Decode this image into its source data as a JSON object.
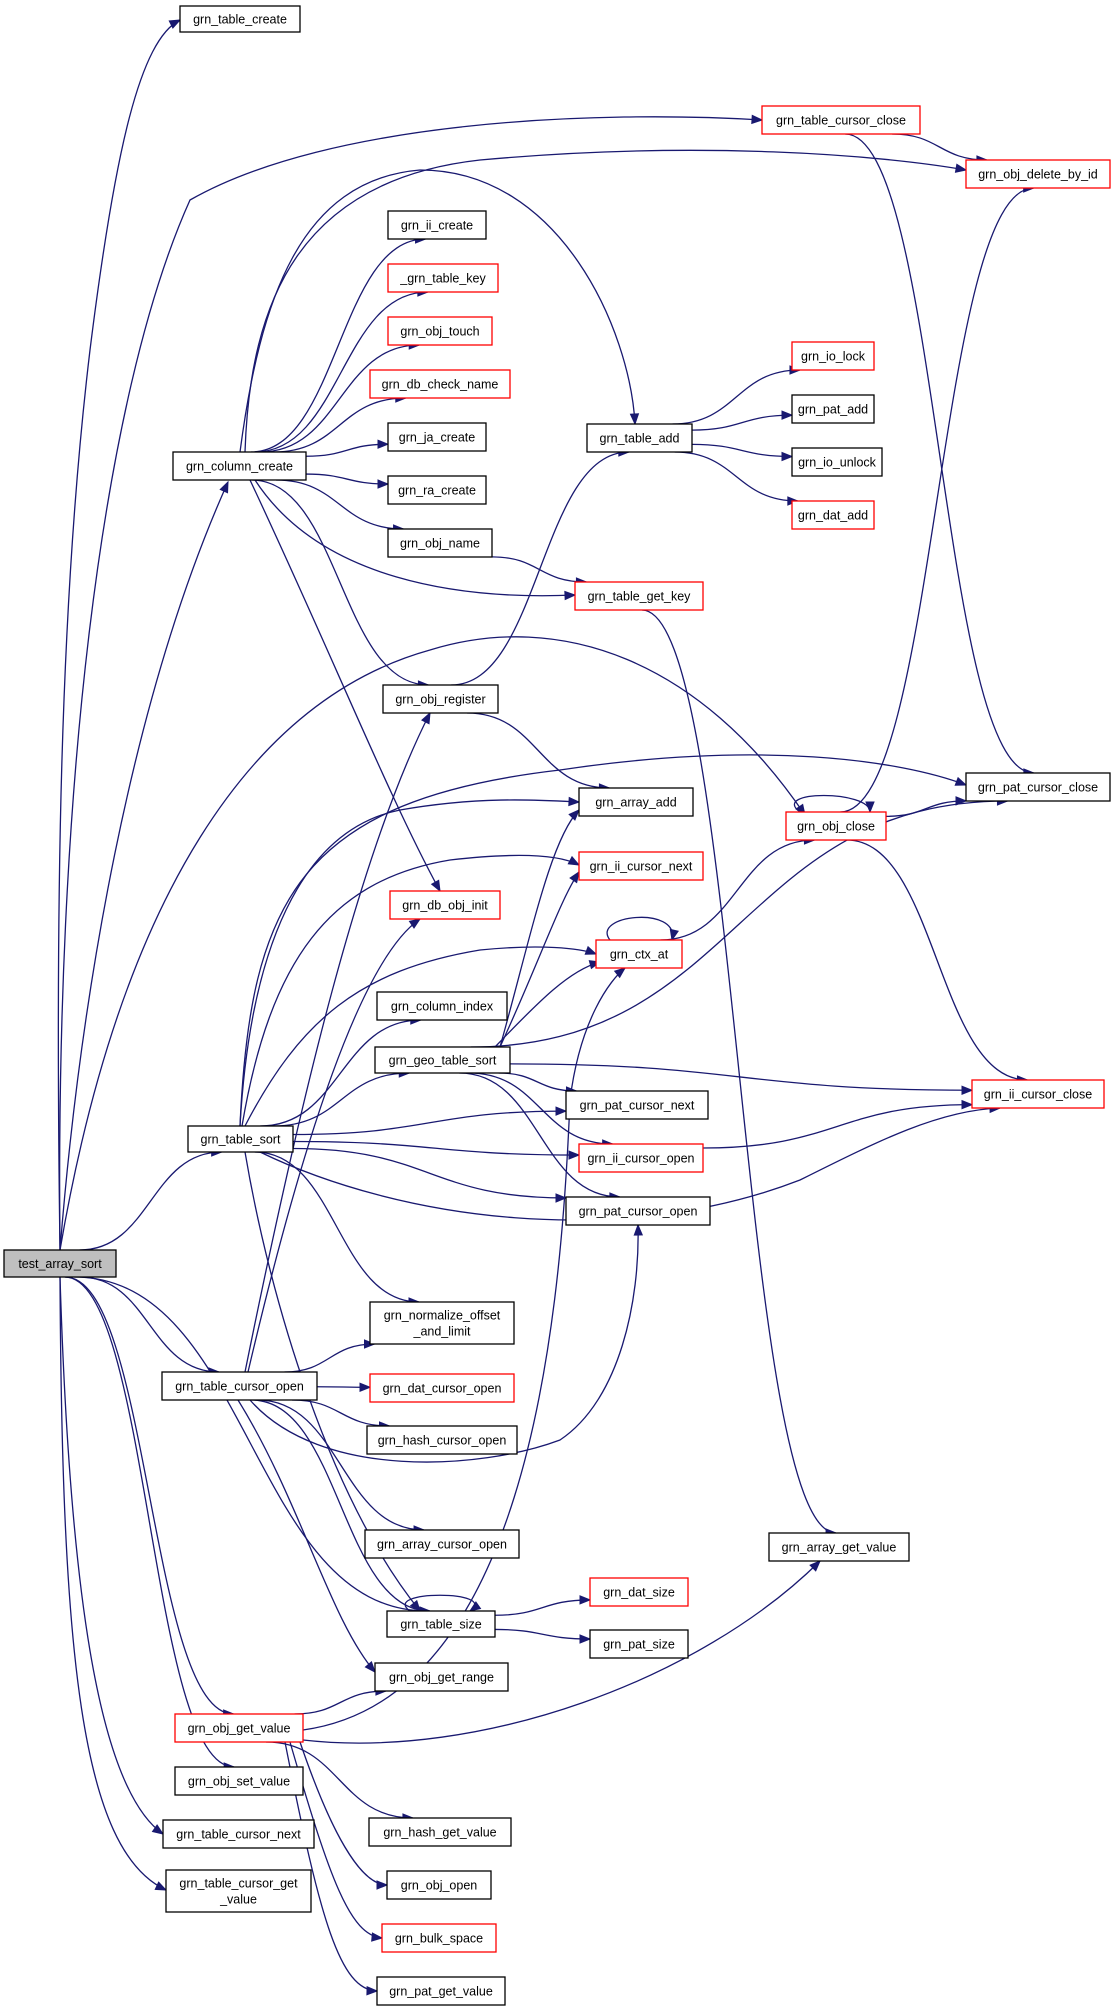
{
  "nodes": [
    {
      "id": "test_array_sort",
      "lines": [
        "test_array_sort"
      ],
      "root": true
    },
    {
      "id": "grn_table_create",
      "lines": [
        "grn_table_create"
      ]
    },
    {
      "id": "grn_table_cursor_close",
      "lines": [
        "grn_table_cursor_close"
      ],
      "red": true
    },
    {
      "id": "grn_obj_delete_by_id",
      "lines": [
        "grn_obj_delete_by_id"
      ],
      "red": true
    },
    {
      "id": "grn_ii_create",
      "lines": [
        "grn_ii_create"
      ]
    },
    {
      "id": "_grn_table_key",
      "lines": [
        "_grn_table_key"
      ],
      "red": true
    },
    {
      "id": "grn_obj_touch",
      "lines": [
        "grn_obj_touch"
      ],
      "red": true
    },
    {
      "id": "grn_db_check_name",
      "lines": [
        "grn_db_check_name"
      ],
      "red": true
    },
    {
      "id": "grn_ja_create",
      "lines": [
        "grn_ja_create"
      ]
    },
    {
      "id": "grn_ra_create",
      "lines": [
        "grn_ra_create"
      ]
    },
    {
      "id": "grn_obj_name",
      "lines": [
        "grn_obj_name"
      ]
    },
    {
      "id": "grn_column_create",
      "lines": [
        "grn_column_create"
      ]
    },
    {
      "id": "grn_table_add",
      "lines": [
        "grn_table_add"
      ]
    },
    {
      "id": "grn_io_lock",
      "lines": [
        "grn_io_lock"
      ],
      "red": true
    },
    {
      "id": "grn_pat_add",
      "lines": [
        "grn_pat_add"
      ]
    },
    {
      "id": "grn_io_unlock",
      "lines": [
        "grn_io_unlock"
      ]
    },
    {
      "id": "grn_dat_add",
      "lines": [
        "grn_dat_add"
      ],
      "red": true
    },
    {
      "id": "grn_table_get_key",
      "lines": [
        "grn_table_get_key"
      ],
      "red": true
    },
    {
      "id": "grn_obj_register",
      "lines": [
        "grn_obj_register"
      ]
    },
    {
      "id": "grn_array_add",
      "lines": [
        "grn_array_add"
      ]
    },
    {
      "id": "grn_obj_close",
      "lines": [
        "grn_obj_close"
      ],
      "red": true
    },
    {
      "id": "grn_pat_cursor_close",
      "lines": [
        "grn_pat_cursor_close"
      ]
    },
    {
      "id": "grn_ii_cursor_next",
      "lines": [
        "grn_ii_cursor_next"
      ],
      "red": true
    },
    {
      "id": "grn_db_obj_init",
      "lines": [
        "grn_db_obj_init"
      ],
      "red": true
    },
    {
      "id": "grn_ctx_at",
      "lines": [
        "grn_ctx_at"
      ],
      "red": true
    },
    {
      "id": "grn_column_index",
      "lines": [
        "grn_column_index"
      ]
    },
    {
      "id": "grn_geo_table_sort",
      "lines": [
        "grn_geo_table_sort"
      ]
    },
    {
      "id": "grn_ii_cursor_close",
      "lines": [
        "grn_ii_cursor_close"
      ],
      "red": true
    },
    {
      "id": "grn_pat_cursor_next",
      "lines": [
        "grn_pat_cursor_next"
      ]
    },
    {
      "id": "grn_table_sort",
      "lines": [
        "grn_table_sort"
      ]
    },
    {
      "id": "grn_ii_cursor_open",
      "lines": [
        "grn_ii_cursor_open"
      ],
      "red": true
    },
    {
      "id": "grn_pat_cursor_open",
      "lines": [
        "grn_pat_cursor_open"
      ]
    },
    {
      "id": "grn_normalize_offset_and_limit",
      "lines": [
        "grn_normalize_offset",
        "_and_limit"
      ]
    },
    {
      "id": "grn_table_cursor_open",
      "lines": [
        "grn_table_cursor_open"
      ]
    },
    {
      "id": "grn_dat_cursor_open",
      "lines": [
        "grn_dat_cursor_open"
      ],
      "red": true
    },
    {
      "id": "grn_hash_cursor_open",
      "lines": [
        "grn_hash_cursor_open"
      ]
    },
    {
      "id": "grn_array_cursor_open",
      "lines": [
        "grn_array_cursor_open"
      ]
    },
    {
      "id": "grn_array_get_value",
      "lines": [
        "grn_array_get_value"
      ]
    },
    {
      "id": "grn_dat_size",
      "lines": [
        "grn_dat_size"
      ],
      "red": true
    },
    {
      "id": "grn_table_size",
      "lines": [
        "grn_table_size"
      ]
    },
    {
      "id": "grn_pat_size",
      "lines": [
        "grn_pat_size"
      ]
    },
    {
      "id": "grn_obj_get_range",
      "lines": [
        "grn_obj_get_range"
      ]
    },
    {
      "id": "grn_obj_get_value",
      "lines": [
        "grn_obj_get_value"
      ],
      "red": true
    },
    {
      "id": "grn_obj_set_value",
      "lines": [
        "grn_obj_set_value"
      ]
    },
    {
      "id": "grn_hash_get_value",
      "lines": [
        "grn_hash_get_value"
      ]
    },
    {
      "id": "grn_table_cursor_next",
      "lines": [
        "grn_table_cursor_next"
      ]
    },
    {
      "id": "grn_obj_open",
      "lines": [
        "grn_obj_open"
      ]
    },
    {
      "id": "grn_table_cursor_get_value",
      "lines": [
        "grn_table_cursor_get",
        "_value"
      ]
    },
    {
      "id": "grn_bulk_space",
      "lines": [
        "grn_bulk_space"
      ],
      "red": true
    },
    {
      "id": "grn_pat_get_value",
      "lines": [
        "grn_pat_get_value"
      ]
    }
  ],
  "edges": [
    [
      "test_array_sort",
      "grn_table_create"
    ],
    [
      "test_array_sort",
      "grn_table_cursor_close"
    ],
    [
      "test_array_sort",
      "grn_column_create"
    ],
    [
      "test_array_sort",
      "grn_obj_close"
    ],
    [
      "test_array_sort",
      "grn_table_sort"
    ],
    [
      "test_array_sort",
      "grn_table_cursor_open"
    ],
    [
      "test_array_sort",
      "grn_table_size"
    ],
    [
      "test_array_sort",
      "grn_obj_get_value"
    ],
    [
      "test_array_sort",
      "grn_obj_set_value"
    ],
    [
      "test_array_sort",
      "grn_table_cursor_next"
    ],
    [
      "test_array_sort",
      "grn_table_cursor_get_value"
    ],
    [
      "grn_table_cursor_close",
      "grn_obj_delete_by_id"
    ],
    [
      "grn_table_cursor_close",
      "grn_pat_cursor_close"
    ],
    [
      "grn_column_create",
      "grn_obj_delete_by_id"
    ],
    [
      "grn_column_create",
      "grn_ii_create"
    ],
    [
      "grn_column_create",
      "_grn_table_key"
    ],
    [
      "grn_column_create",
      "grn_obj_touch"
    ],
    [
      "grn_column_create",
      "grn_db_check_name"
    ],
    [
      "grn_column_create",
      "grn_ja_create"
    ],
    [
      "grn_column_create",
      "grn_ra_create"
    ],
    [
      "grn_column_create",
      "grn_obj_name"
    ],
    [
      "grn_column_create",
      "grn_table_add"
    ],
    [
      "grn_column_create",
      "grn_table_get_key"
    ],
    [
      "grn_column_create",
      "grn_obj_register"
    ],
    [
      "grn_column_create",
      "grn_db_obj_init"
    ],
    [
      "grn_obj_name",
      "grn_table_get_key"
    ],
    [
      "grn_table_add",
      "grn_io_lock"
    ],
    [
      "grn_table_add",
      "grn_pat_add"
    ],
    [
      "grn_table_add",
      "grn_io_unlock"
    ],
    [
      "grn_table_add",
      "grn_dat_add"
    ],
    [
      "grn_table_get_key",
      "grn_array_get_value"
    ],
    [
      "grn_obj_register",
      "grn_table_add"
    ],
    [
      "grn_obj_register",
      "grn_array_add"
    ],
    [
      "grn_obj_close",
      "grn_obj_delete_by_id"
    ],
    [
      "grn_obj_close",
      "grn_obj_close"
    ],
    [
      "grn_obj_close",
      "grn_pat_cursor_close"
    ],
    [
      "grn_obj_close",
      "grn_ii_cursor_close"
    ],
    [
      "grn_ctx_at",
      "grn_obj_close"
    ],
    [
      "grn_ctx_at",
      "grn_ctx_at"
    ],
    [
      "grn_geo_table_sort",
      "grn_array_add"
    ],
    [
      "grn_geo_table_sort",
      "grn_ii_cursor_next"
    ],
    [
      "grn_geo_table_sort",
      "grn_ctx_at"
    ],
    [
      "grn_geo_table_sort",
      "grn_pat_cursor_close"
    ],
    [
      "grn_geo_table_sort",
      "grn_ii_cursor_close"
    ],
    [
      "grn_geo_table_sort",
      "grn_pat_cursor_next"
    ],
    [
      "grn_geo_table_sort",
      "grn_ii_cursor_open"
    ],
    [
      "grn_geo_table_sort",
      "grn_pat_cursor_open"
    ],
    [
      "grn_ii_cursor_open",
      "grn_ii_cursor_close"
    ],
    [
      "grn_table_sort",
      "grn_pat_cursor_close"
    ],
    [
      "grn_table_sort",
      "grn_array_add"
    ],
    [
      "grn_table_sort",
      "grn_ii_cursor_next"
    ],
    [
      "grn_table_sort",
      "grn_ctx_at"
    ],
    [
      "grn_table_sort",
      "grn_column_index"
    ],
    [
      "grn_table_sort",
      "grn_geo_table_sort"
    ],
    [
      "grn_table_sort",
      "grn_pat_cursor_next"
    ],
    [
      "grn_table_sort",
      "grn_ii_cursor_open"
    ],
    [
      "grn_table_sort",
      "grn_pat_cursor_open"
    ],
    [
      "grn_table_sort",
      "grn_ii_cursor_close"
    ],
    [
      "grn_table_sort",
      "grn_normalize_offset_and_limit"
    ],
    [
      "grn_table_sort",
      "grn_table_size"
    ],
    [
      "grn_table_cursor_open",
      "grn_obj_register"
    ],
    [
      "grn_table_cursor_open",
      "grn_db_obj_init"
    ],
    [
      "grn_table_cursor_open",
      "grn_normalize_offset_and_limit"
    ],
    [
      "grn_table_cursor_open",
      "grn_dat_cursor_open"
    ],
    [
      "grn_table_cursor_open",
      "grn_hash_cursor_open"
    ],
    [
      "grn_table_cursor_open",
      "grn_pat_cursor_open"
    ],
    [
      "grn_table_cursor_open",
      "grn_array_cursor_open"
    ],
    [
      "grn_table_cursor_open",
      "grn_table_size"
    ],
    [
      "grn_table_cursor_open",
      "grn_obj_get_range"
    ],
    [
      "grn_table_size",
      "grn_table_size"
    ],
    [
      "grn_table_size",
      "grn_dat_size"
    ],
    [
      "grn_table_size",
      "grn_pat_size"
    ],
    [
      "grn_obj_get_value",
      "grn_obj_get_range"
    ],
    [
      "grn_obj_get_value",
      "grn_ctx_at"
    ],
    [
      "grn_obj_get_value",
      "grn_array_get_value"
    ],
    [
      "grn_obj_get_value",
      "grn_hash_get_value"
    ],
    [
      "grn_obj_get_value",
      "grn_obj_open"
    ],
    [
      "grn_obj_get_value",
      "grn_bulk_space"
    ],
    [
      "grn_obj_get_value",
      "grn_pat_get_value"
    ]
  ]
}
